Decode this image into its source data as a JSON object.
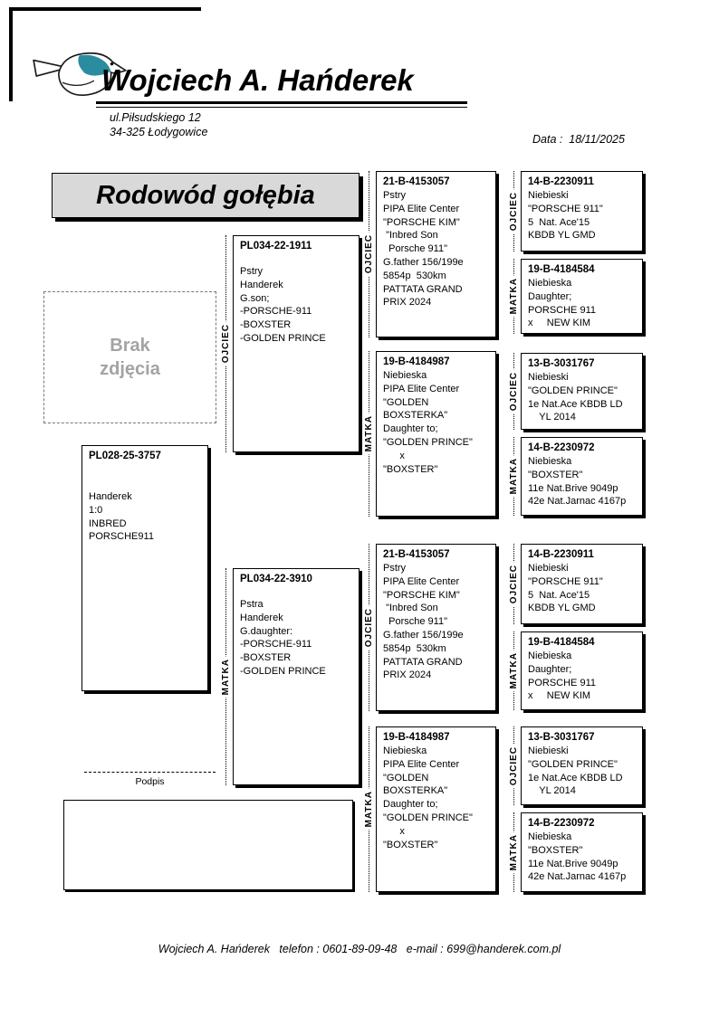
{
  "header": {
    "breeder_name": "Wojciech A. Hańderek",
    "address_line1": "ul.Piłsudskiego 12",
    "address_line2": "34-325 Łodygowice",
    "date_text": "Data :  18/11/2025"
  },
  "title": "Rodowód gołębia",
  "photo_placeholder": "Brak\nzdjęcia",
  "signature_label": "Podpis",
  "footer_text": "Wojciech A. Hańderek   telefon : 0601-89-09-48   e-mail : 699@handerek.com.pl",
  "colors": {
    "accent_teal": "#2b8ca0",
    "title_bg": "#d9d9d9"
  },
  "icons": {
    "logo": "pigeon-icon"
  },
  "pedigree": {
    "subject": {
      "ring": "PL028-25-3757",
      "body": "Handerek\n1:0\nINBRED\nPORSCHE911"
    },
    "father": {
      "role": "OJCIEC",
      "ring": "PL034-22-1911",
      "body": "Pstry\nHanderek\nG.son;\n-PORSCHE-911\n-BOXSTER\n-GOLDEN PRINCE"
    },
    "mother": {
      "role": "MATKA",
      "ring": "PL034-22-3910",
      "body": "Pstra\nHanderek\nG.daughter:\n-PORSCHE-911\n-BOXSTER\n-GOLDEN PRINCE"
    },
    "gen3": [
      {
        "role": "OJCIEC",
        "ring": "21-B-4153057",
        "body": "Pstry\nPIPA Elite Center\n\"PORSCHE KIM\"\n \"Inbred Son\n  Porsche 911\"\nG.father 156/199e\n5854p  530km\nPATTATA GRAND\nPRIX 2024"
      },
      {
        "role": "MATKA",
        "ring": "19-B-4184987",
        "body": "Niebieska\nPIPA Elite Center\n\"GOLDEN\nBOXSTERKA\"\nDaughter to;\n\"GOLDEN PRINCE\"\n      x\n\"BOXSTER\""
      },
      {
        "role": "OJCIEC",
        "ring": "21-B-4153057",
        "body": "Pstry\nPIPA Elite Center\n\"PORSCHE KIM\"\n \"Inbred Son\n  Porsche 911\"\nG.father 156/199e\n5854p  530km\nPATTATA GRAND\nPRIX 2024"
      },
      {
        "role": "MATKA",
        "ring": "19-B-4184987",
        "body": "Niebieska\nPIPA Elite Center\n\"GOLDEN\nBOXSTERKA\"\nDaughter to;\n\"GOLDEN PRINCE\"\n      x\n\"BOXSTER\""
      }
    ],
    "gen4": [
      {
        "role": "OJCIEC",
        "ring": "14-B-2230911",
        "body": "Niebieski\n\"PORSCHE 911\"\n5  Nat. Ace'15\nKBDB YL GMD"
      },
      {
        "role": "MATKA",
        "ring": "19-B-4184584",
        "body": "Niebieska\nDaughter;\nPORSCHE 911\nx     NEW KIM"
      },
      {
        "role": "OJCIEC",
        "ring": "13-B-3031767",
        "body": "Niebieski\n\"GOLDEN PRINCE\"\n1e Nat.Ace KBDB LD\n    YL 2014"
      },
      {
        "role": "MATKA",
        "ring": "14-B-2230972",
        "body": "Niebieska\n\"BOXSTER\"\n11e Nat.Brive 9049p\n42e Nat.Jarnac 4167p"
      },
      {
        "role": "OJCIEC",
        "ring": "14-B-2230911",
        "body": "Niebieski\n\"PORSCHE 911\"\n5  Nat. Ace'15\nKBDB YL GMD"
      },
      {
        "role": "MATKA",
        "ring": "19-B-4184584",
        "body": "Niebieska\nDaughter;\nPORSCHE 911\nx     NEW KIM"
      },
      {
        "role": "OJCIEC",
        "ring": "13-B-3031767",
        "body": "Niebieski\n\"GOLDEN PRINCE\"\n1e Nat.Ace KBDB LD\n    YL 2014"
      },
      {
        "role": "MATKA",
        "ring": "14-B-2230972",
        "body": "Niebieska\n\"BOXSTER\"\n11e Nat.Brive 9049p\n42e Nat.Jarnac 4167p"
      }
    ]
  }
}
